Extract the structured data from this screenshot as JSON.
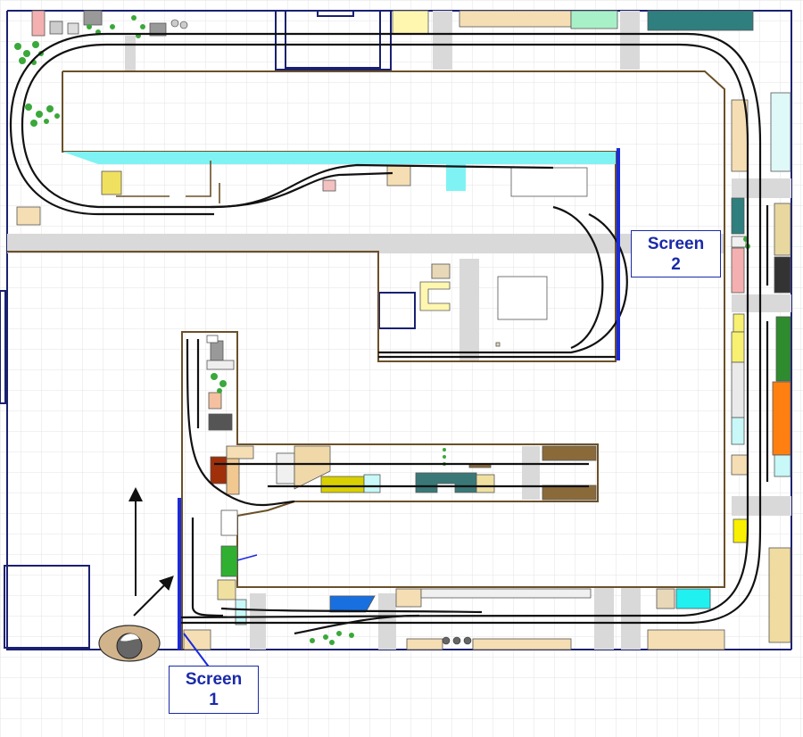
{
  "screen_labels": [
    {
      "line1": "Screen",
      "line2": "2"
    },
    {
      "line1": "Screen",
      "line2": "1"
    }
  ],
  "colors": {
    "wall": "#1a2070",
    "track": "#111111",
    "benchwork": "#6b5028",
    "aisle": "#d9d9d9",
    "screen": "#1a2add",
    "backdrop_cyan": "#7ff3f3",
    "grid": "#e3e3e3",
    "tree": "#3aa83a"
  }
}
